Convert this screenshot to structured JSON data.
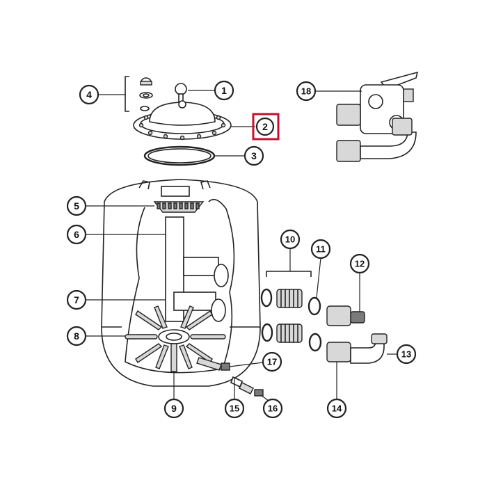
{
  "callouts": {
    "c1": "1",
    "c2": "2",
    "c3": "3",
    "c4": "4",
    "c5": "5",
    "c6": "6",
    "c7": "7",
    "c8": "8",
    "c9": "9",
    "c10": "10",
    "c11": "11",
    "c12": "12",
    "c13": "13",
    "c14": "14",
    "c15": "15",
    "c16": "16",
    "c17": "17",
    "c18": "18"
  },
  "highlight_color": "#c8102e",
  "highlighted_callout": "2"
}
